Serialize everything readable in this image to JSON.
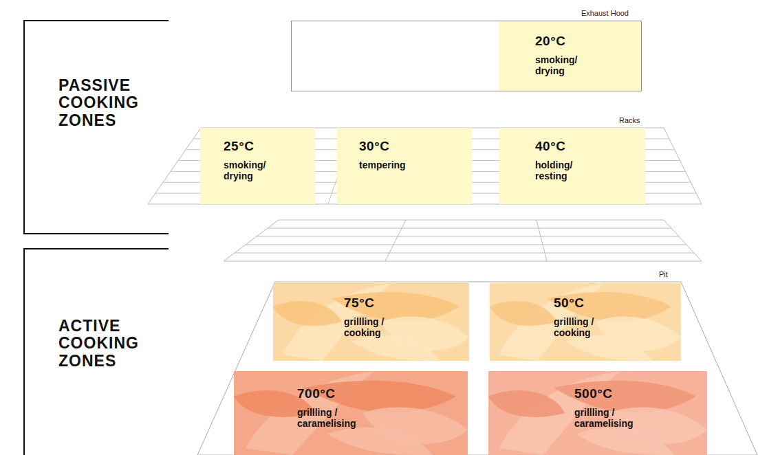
{
  "diagram": {
    "nodes": [
      {
        "text": [
          "Exhaust Hood"
        ]
      },
      {
        "text": [
          "20°C",
          "smoking/ drying"
        ],
        "in": 0
      },
      {
        "text": [
          "Racks"
        ]
      },
      {
        "text": [
          "25°C",
          "smoking/ drying"
        ],
        "in": 2
      },
      {
        "text": [
          "30°C",
          "tempering"
        ],
        "in": 2
      },
      {
        "text": [
          "40°C",
          "holding/ resting"
        ],
        "in": 2
      },
      {
        "text": [
          "Pit"
        ]
      },
      {
        "text": [
          "75°C",
          "grillling / cooking"
        ],
        "in": 6
      },
      {
        "text": [
          "50°C",
          "grillling / cooking"
        ],
        "in": 6
      },
      {
        "text": [
          "700°C",
          "grillling / caramelising"
        ],
        "in": 6
      },
      {
        "text": [
          "500°C",
          "grillling / caramelising"
        ],
        "in": 6
      }
    ],
    "labels": [
      "PASSIVE COOKING ZONES",
      "ACTIVE COOKING ZONES"
    ]
  }
}
